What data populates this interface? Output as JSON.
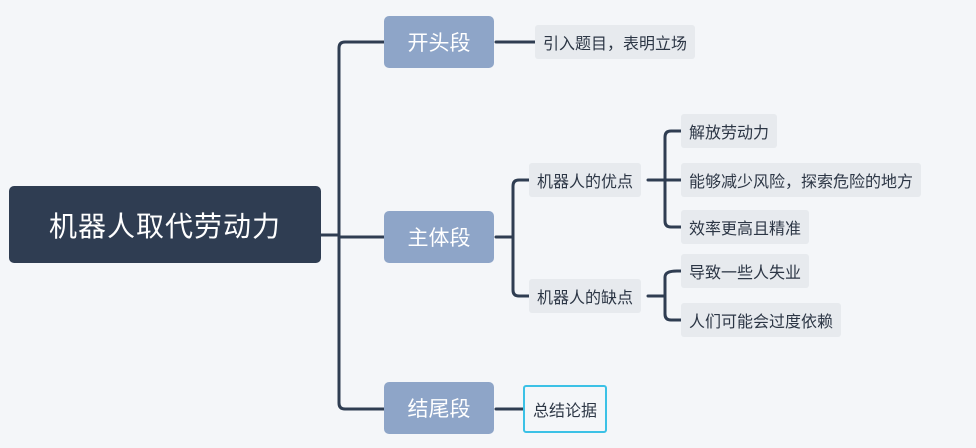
{
  "root": {
    "label": "机器人取代劳动力"
  },
  "sections": {
    "opening": {
      "label": "开头段",
      "detail": "引入题目，表明立场"
    },
    "body": {
      "label": "主体段",
      "pros": {
        "label": "机器人的优点",
        "items": [
          "解放劳动力",
          "能够减少风险，探索危险的地方",
          "效率更高且精准"
        ]
      },
      "cons": {
        "label": "机器人的缺点",
        "items": [
          "导致一些人失业",
          "人们可能会过度依赖"
        ]
      }
    },
    "closing": {
      "label": "结尾段",
      "detail": "总结论据"
    }
  },
  "colors": {
    "root_bg": "#2f3d52",
    "branch_bg": "#8ea5c8",
    "leaf_bg": "#e7eaee",
    "connector": "#2f3d52",
    "selection_border": "#3bc1e6"
  }
}
